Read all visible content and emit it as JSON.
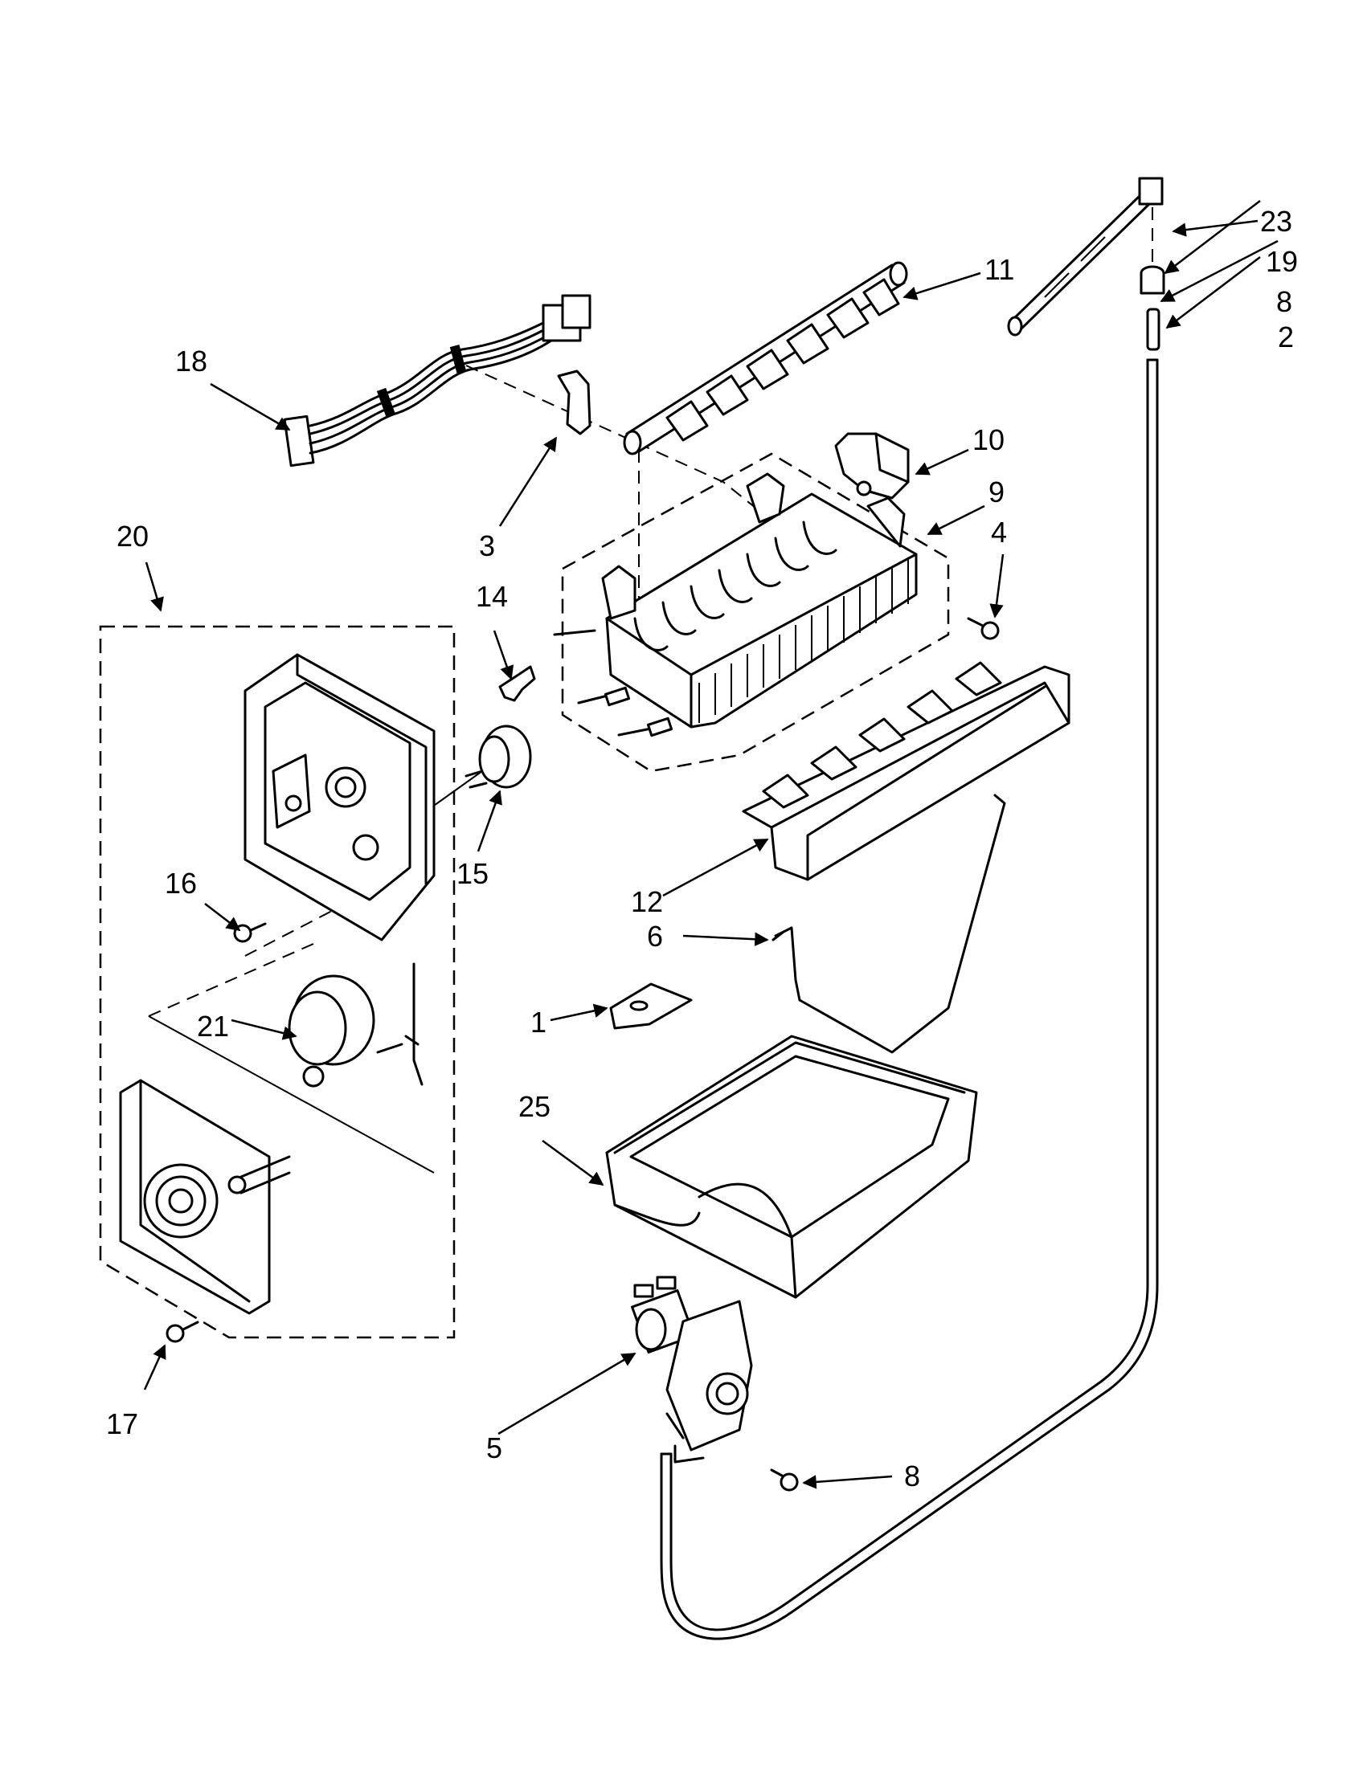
{
  "labels": {
    "p1": "1",
    "p2": "2",
    "p3": "3",
    "p4": "4",
    "p5": "5",
    "p6": "6",
    "p8a": "8",
    "p8b": "8",
    "p9": "9",
    "p10": "10",
    "p11": "11",
    "p12": "12",
    "p14": "14",
    "p15": "15",
    "p16": "16",
    "p17": "17",
    "p18": "18",
    "p19": "19",
    "p20": "20",
    "p21": "21",
    "p23": "23",
    "p25": "25"
  }
}
